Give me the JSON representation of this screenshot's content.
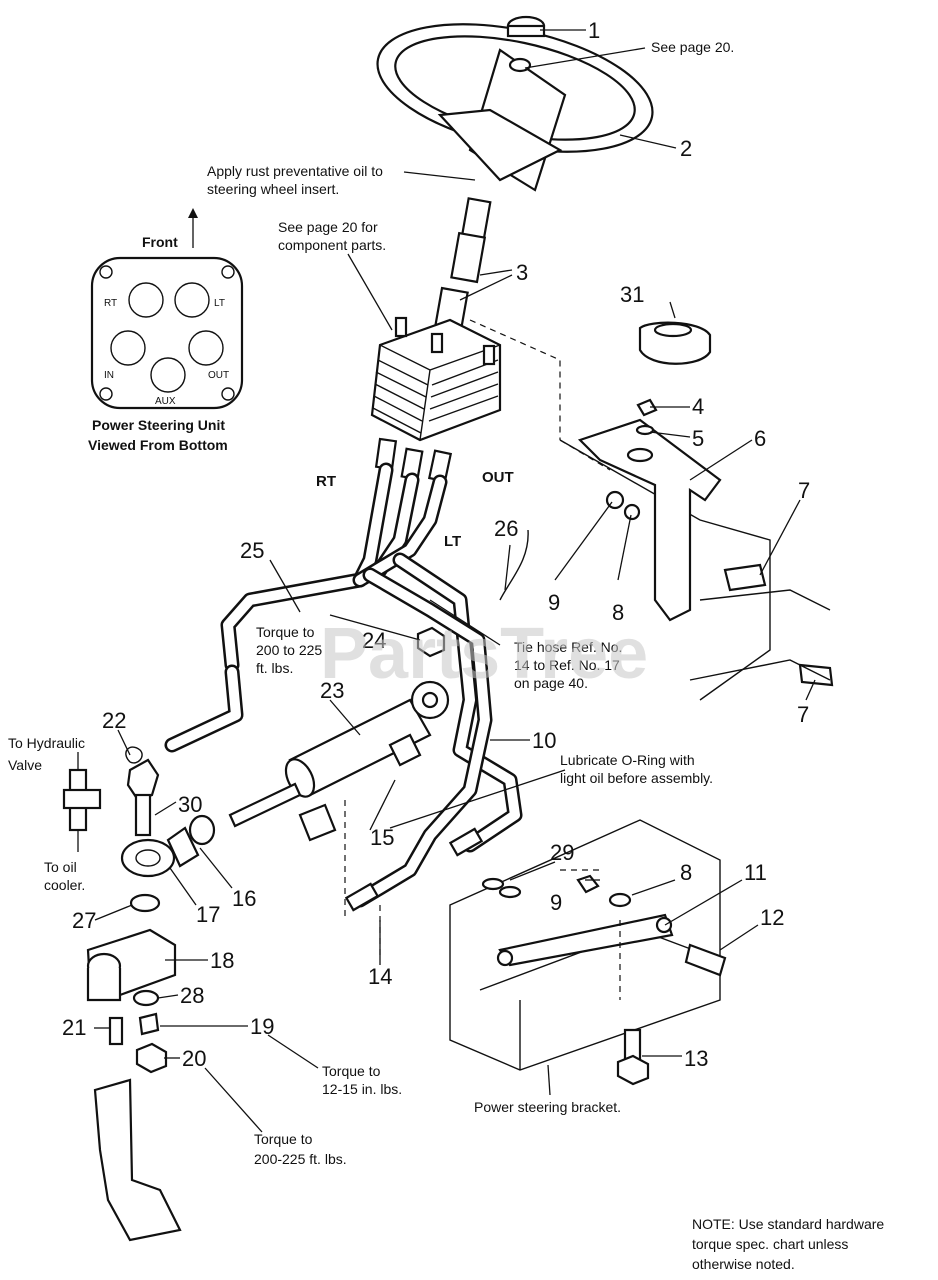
{
  "labels": {
    "see_page_20": "See page 20.",
    "rust_oil_1": "Apply rust preventative oil to",
    "rust_oil_2": "steering wheel insert.",
    "see_page_20_comp_1": "See page 20 for",
    "see_page_20_comp_2": "component parts.",
    "front": "Front",
    "psu_caption_1": "Power Steering Unit",
    "psu_caption_2": "Viewed From Bottom",
    "port_rt": "RT",
    "port_lt": "LT",
    "port_in": "IN",
    "port_out": "OUT",
    "port_aux": "AUX",
    "hose_rt": "RT",
    "hose_lt": "LT",
    "hose_out": "OUT",
    "torque_a_1": "Torque to",
    "torque_a_2": "200 to 225",
    "torque_a_3": "ft. lbs.",
    "tie_hose_1": "Tie hose Ref. No.",
    "tie_hose_2": "14 to Ref. No. 17",
    "tie_hose_3": "on page 40.",
    "lube_1": "Lubricate O-Ring with",
    "lube_2": "light oil before assembly.",
    "hyd_valve_1": "To Hydraulic",
    "hyd_valve_2": "Valve",
    "oil_cooler_1": "To oil",
    "oil_cooler_2": "cooler.",
    "torque_b_1": "Torque to",
    "torque_b_2": "12-15 in. lbs.",
    "torque_c_1": "Torque to",
    "torque_c_2": "200-225 ft. lbs.",
    "bracket": "Power steering bracket.",
    "note_1": "NOTE: Use standard hardware",
    "note_2": "torque spec. chart unless",
    "note_3": "otherwise noted.",
    "watermark": "PartsTree"
  },
  "callouts": [
    "1",
    "2",
    "3",
    "31",
    "4",
    "5",
    "6",
    "7",
    "7",
    "9",
    "8",
    "26",
    "25",
    "24",
    "23",
    "22",
    "10",
    "30",
    "15",
    "16",
    "17",
    "27",
    "18",
    "28",
    "21",
    "19",
    "20",
    "14",
    "29",
    "9",
    "8",
    "11",
    "12",
    "13"
  ]
}
